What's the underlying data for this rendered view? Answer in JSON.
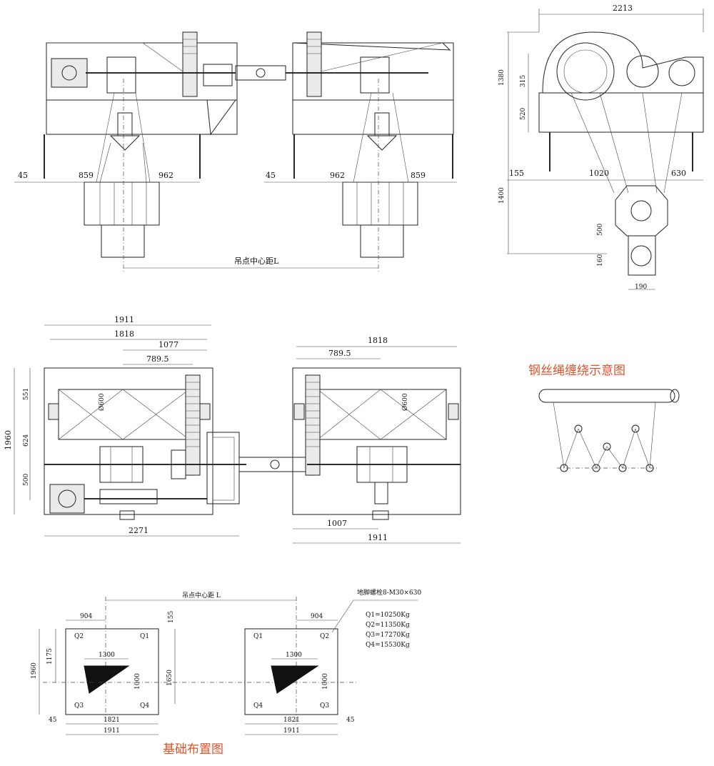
{
  "section_titles": {
    "rope_diagram": "钢丝绳缠绕示意图",
    "foundation": "基础布置图"
  },
  "front_view": {
    "left_dims": [
      "45",
      "859",
      "962"
    ],
    "right_dims": [
      "45",
      "962",
      "859"
    ],
    "center_label": "吊点中心距L"
  },
  "side_view": {
    "top_dim": "2213",
    "vert_dims": [
      "1380",
      "315",
      "520",
      "1400",
      "500",
      "160"
    ],
    "horiz_dims": [
      "155",
      "1020",
      "630",
      "190"
    ]
  },
  "plan_view": {
    "left_dims": [
      "1911",
      "1818",
      "1077",
      "789.5",
      "2271"
    ],
    "left_vert": [
      "1960",
      "551",
      "624",
      "500"
    ],
    "drum_label": "Ø600",
    "right_dims": [
      "1818",
      "789.5",
      "1007",
      "1911"
    ]
  },
  "foundation": {
    "top_label": "吊点中心距 L",
    "bolt_label": "地脚螺栓8-M30×630",
    "loads": [
      "Q1=10250Kg",
      "Q2=11350Kg",
      "Q3=17270Kg",
      "Q4=15530Kg"
    ],
    "dims_left": [
      "904",
      "155",
      "1300",
      "1175",
      "1960",
      "1000",
      "1650",
      "1821",
      "1911",
      "45"
    ],
    "dims_right": [
      "904",
      "1300",
      "1000",
      "1821",
      "1911",
      "45"
    ],
    "q_labels": [
      "Q2",
      "Q1",
      "Q3",
      "Q4"
    ]
  }
}
